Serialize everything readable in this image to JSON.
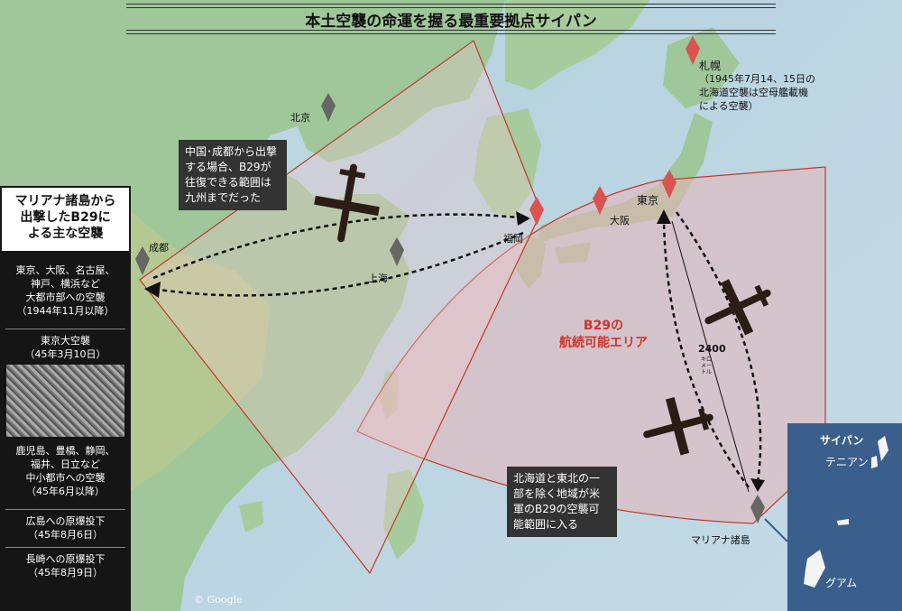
{
  "title": "本土空襲の命運を握る最重要拠点サイパン",
  "sidebar": {
    "heading": [
      "マリアナ諸島から",
      "出撃したB29に",
      "よる主な空襲"
    ],
    "items": [
      {
        "lines": [
          "東京、大阪、名古屋、",
          "神戸、横浜など",
          "大都市部への空襲",
          "（1944年11月以降）"
        ]
      },
      {
        "lines": [
          "東京大空襲",
          "（45年3月10日）"
        ]
      },
      {
        "lines": [
          "鹿児島、豊橋、静岡、",
          "福井、日立など",
          "中小都市への空襲",
          "（45年6月以降）"
        ]
      },
      {
        "lines": [
          "広島への原爆投下",
          "（45年8月6日）"
        ]
      },
      {
        "lines": [
          "長崎への原爆投下",
          "（45年8月9日）"
        ]
      }
    ]
  },
  "cities": {
    "sapporo": "札幌",
    "sapporo_note": [
      "（1945年7月14、15日の",
      "北海道空襲は空母艦載機",
      "による空襲）"
    ],
    "beijing": "北京",
    "tokyo": "東京",
    "osaka": "大阪",
    "fukuoka": "福岡",
    "shanghai": "上海",
    "chengdu": "成都",
    "mariana": "マリアナ諸島"
  },
  "callouts": {
    "china": [
      "中国･成都から出撃",
      "する場合、B29が",
      "往復できる範囲は",
      "九州までだった"
    ],
    "hokkaido": [
      "北海道と東北の一",
      "部を除く地域が米",
      "軍のB29の空襲可",
      "能範囲に入る"
    ]
  },
  "range_label": [
    "B29の",
    "航続可能エリア"
  ],
  "distance": {
    "value": "2400",
    "unit": [
      "キロ",
      "メー",
      "トル"
    ]
  },
  "inset": {
    "saipan": "サイパン",
    "tinian": "テニアン",
    "guam": "グアム"
  },
  "copyright": "© Google",
  "colors": {
    "range_fill": "#e8b4b8",
    "range_stroke": "#c0392b",
    "pin_red": "#d9534f",
    "pin_gray": "#666666",
    "range_text": "#d0342c",
    "inset_bg": "#3a5f8c"
  }
}
